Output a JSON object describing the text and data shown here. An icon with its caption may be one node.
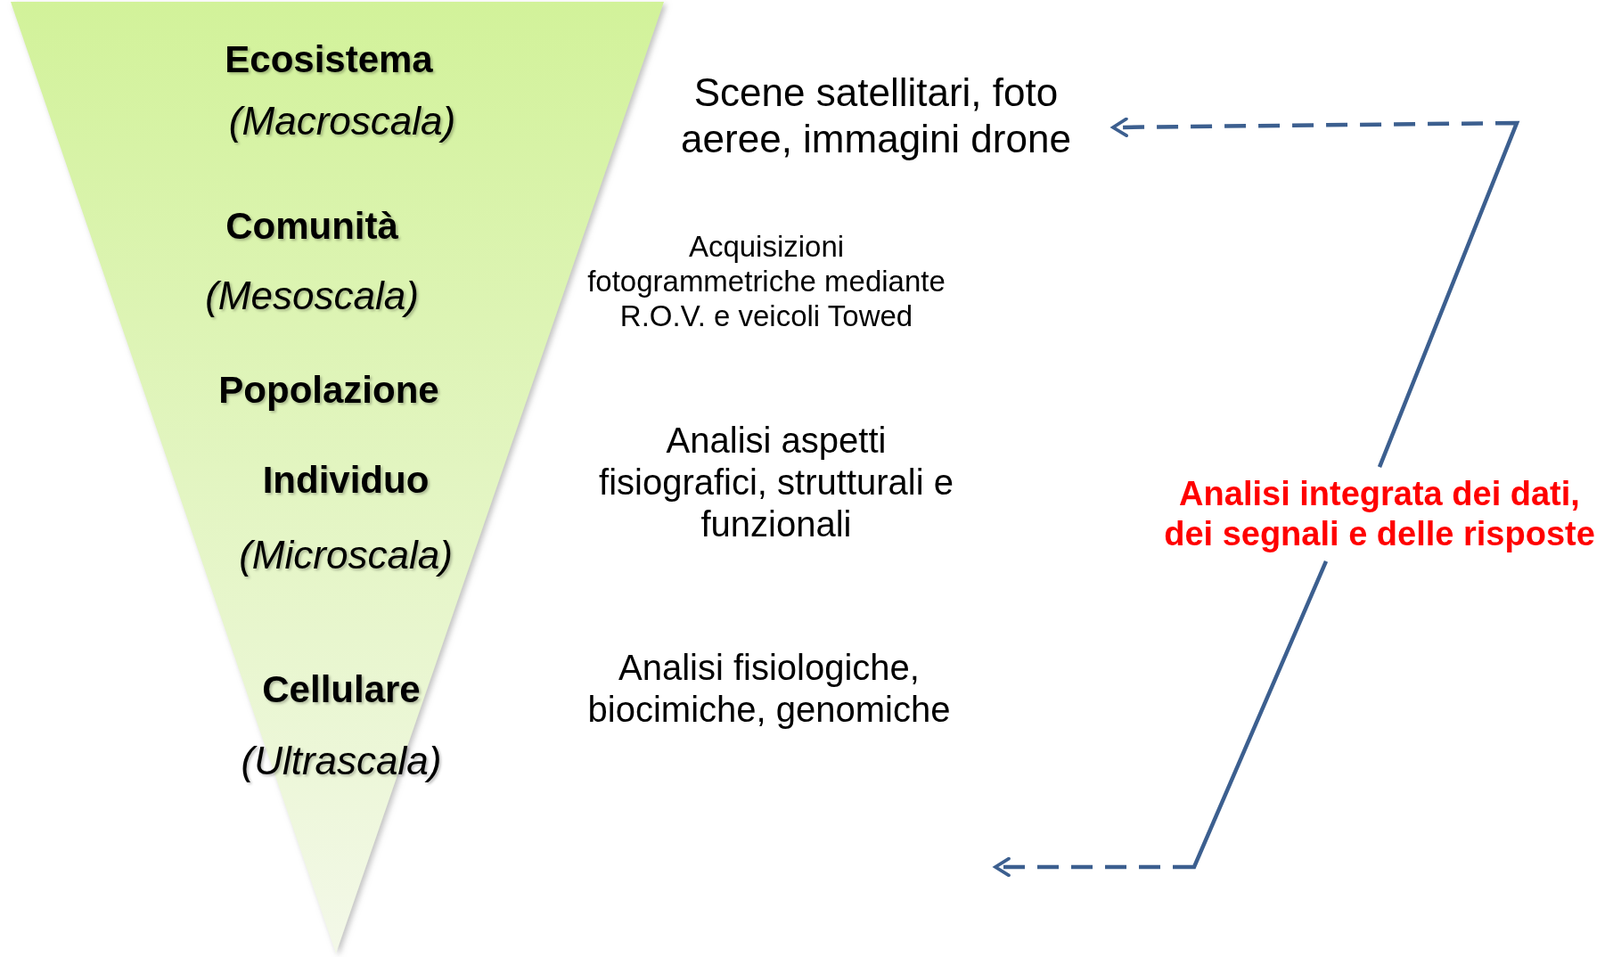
{
  "diagram": {
    "nodes": [
      {
        "text": [
          "Ecosistema",
          "(Macroscala)",
          "Comunità",
          "(Mesoscala)",
          "Popolazione",
          "Individuo",
          "(Microscala)",
          "Cellulare",
          "(Ultrascala)"
        ]
      },
      {
        "text": [
          "Scene satellitari, foto aeree, immagini drone"
        ]
      },
      {
        "text": [
          "Analisi integrata dei dati, dei segnali e delle risposte"
        ]
      }
    ],
    "edges": [
      {
        "from": 2,
        "to": 1,
        "arrow": "to",
        "style": "dashed"
      },
      {
        "from": 2,
        "to": null,
        "arrow": "to",
        "style": "dashed"
      }
    ],
    "labels": [
      "Acquisizioni fotogrammetriche mediante R.O.V. e veicoli Towed",
      "Analisi aspetti fisiografici, strutturali e funzionali",
      "Analisi fisiologiche, biocimiche, genomiche"
    ]
  }
}
